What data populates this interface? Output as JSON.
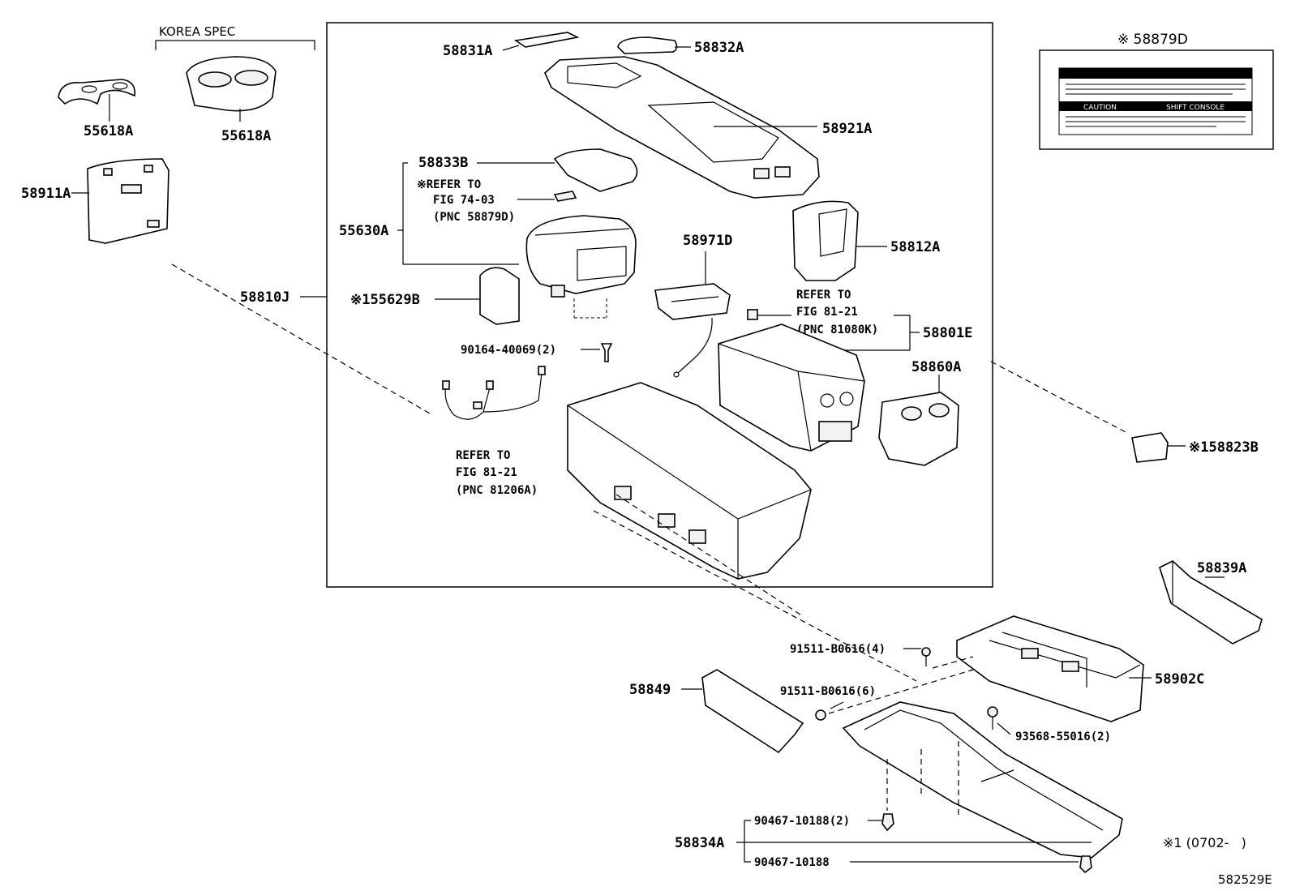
{
  "korea_spec": "KOREA SPEC",
  "parts": {
    "p58831A": "58831A",
    "p58832A": "58832A",
    "p58921A": "58921A",
    "p58833B": "58833B",
    "p55630A": "55630A",
    "p58971D": "58971D",
    "p58812A": "58812A",
    "p55629B": "※155629B",
    "p58810J": "58810J",
    "p58801E": "58801E",
    "p58860A": "58860A",
    "p58823B": "※158823B",
    "p55618A_left": "55618A",
    "p55618A_right": "55618A",
    "p58911A": "58911A",
    "p58879D": "※ 58879D",
    "p58839A": "58839A",
    "p58902C": "58902C",
    "p58849": "58849",
    "p58834A": "58834A",
    "b90164": "90164-40069(2)",
    "b91511_4": "91511-B0616(4)",
    "b91511_6": "91511-B0616(6)",
    "b93568": "93568-55016(2)",
    "b90467_2": "90467-10188(2)",
    "b90467": "90467-10188"
  },
  "refs": {
    "r1_line1": "※REFER TO",
    "r1_line2": "FIG 74-03",
    "r1_line3": "(PNC 58879D)",
    "r2_line1": "REFER TO",
    "r2_line2": "FIG 81-21",
    "r2_line3": "(PNC 81080K)",
    "r3_line1": "REFER TO",
    "r3_line2": "FIG 81-21",
    "r3_line3": "(PNC 81206A)"
  },
  "footnote": "※1 (0702-   )",
  "diagram_id": "582529E",
  "caution_label": {
    "caution1": "CAUTION",
    "caution2": "SHIFT CONSOLE"
  }
}
